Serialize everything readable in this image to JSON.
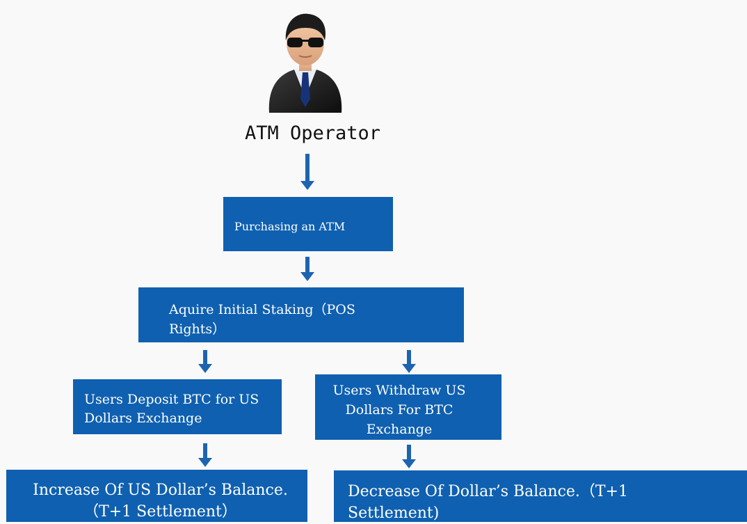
{
  "operator": {
    "label": "ATM Operator",
    "icon": "businessman-icon"
  },
  "colors": {
    "box": "#0f60b0",
    "arrow": "#1d64b0",
    "text": "#ffffff"
  },
  "steps": {
    "purchase": "Purchasing an ATM",
    "staking": "Aquire Initial Staking（POS Rights）",
    "deposit": "Users Deposit BTC for US Dollars Exchange",
    "withdraw": "Users Withdraw US Dollars For BTC Exchange",
    "increase": "Increase Of US Dollar’s Balance.（T+1 Settlement）",
    "decrease": "Decrease Of Dollar’s Balance.（T+1 Settlement)"
  }
}
